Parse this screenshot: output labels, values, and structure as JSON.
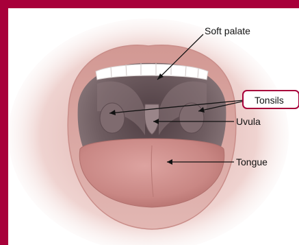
{
  "labels": {
    "soft_palate": "Soft palate",
    "tonsils": "Tonsils",
    "uvula": "Uvula",
    "tongue": "Tongue"
  },
  "colors": {
    "border": "#a8003a",
    "highlight_box": "#a8003a",
    "lips": "#d9a3a0",
    "throat": "#6b5a5e",
    "tongue": "#cf8f8c",
    "teeth": "#ffffff"
  }
}
